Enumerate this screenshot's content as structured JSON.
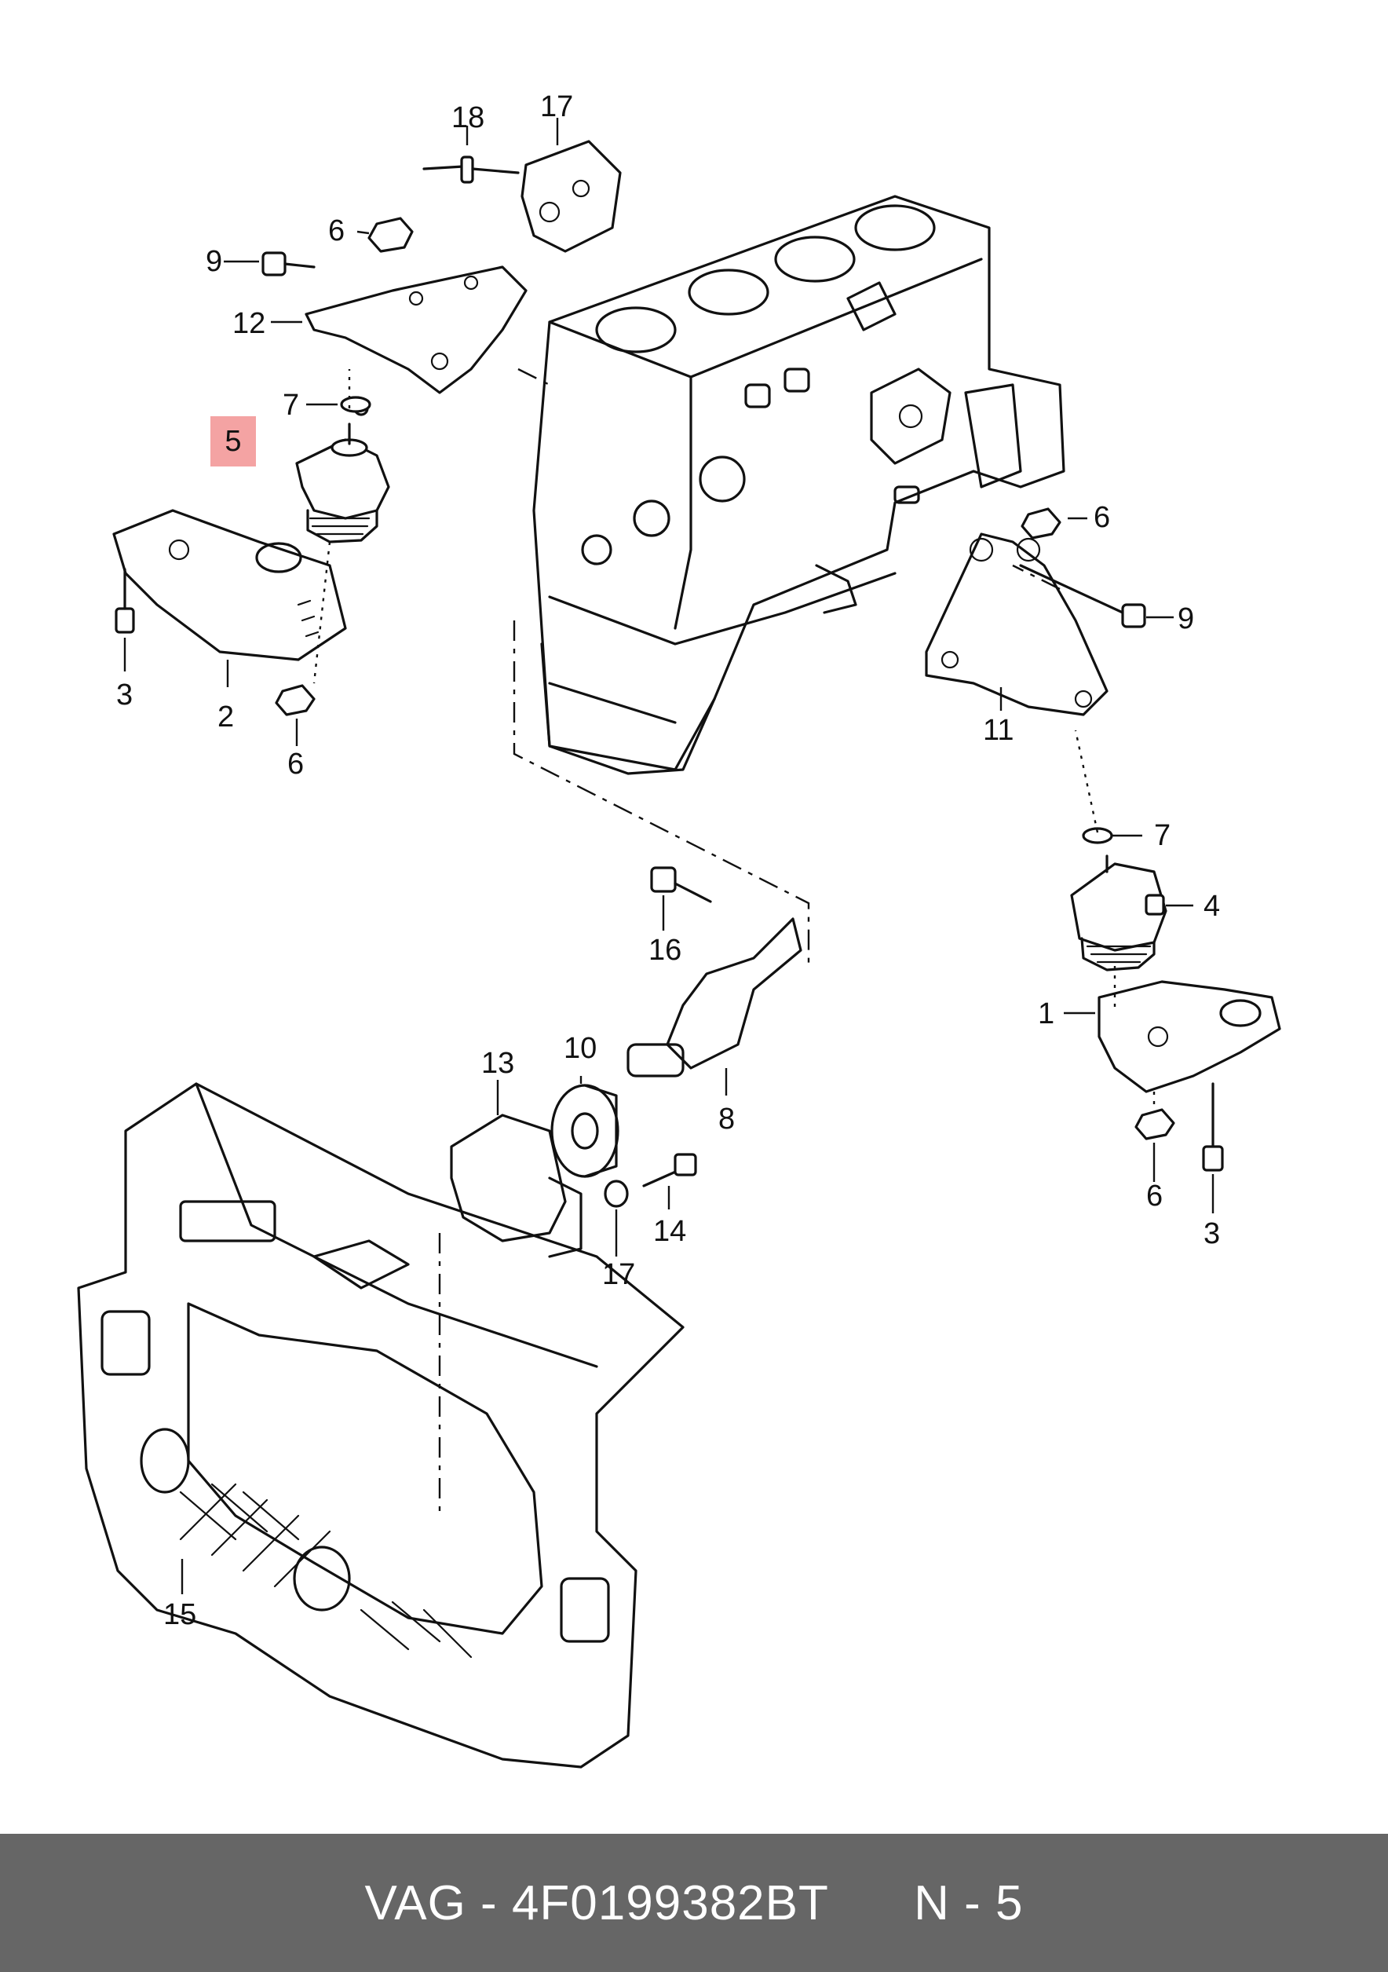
{
  "caption": {
    "brand": "VAG",
    "separator": " - ",
    "part_number": "4F0199382BT",
    "position": "N - 5"
  },
  "highlight": {
    "label": "5",
    "color": "#f4a3a3"
  },
  "callouts": [
    "1",
    "2",
    "3",
    "3",
    "4",
    "6",
    "6",
    "6",
    "6",
    "7",
    "7",
    "8",
    "9",
    "9",
    "10",
    "11",
    "12",
    "13",
    "14",
    "15",
    "16",
    "17",
    "17",
    "18"
  ],
  "colors": {
    "caption_background": "#666666",
    "caption_text": "#ffffff",
    "line": "#111111"
  }
}
